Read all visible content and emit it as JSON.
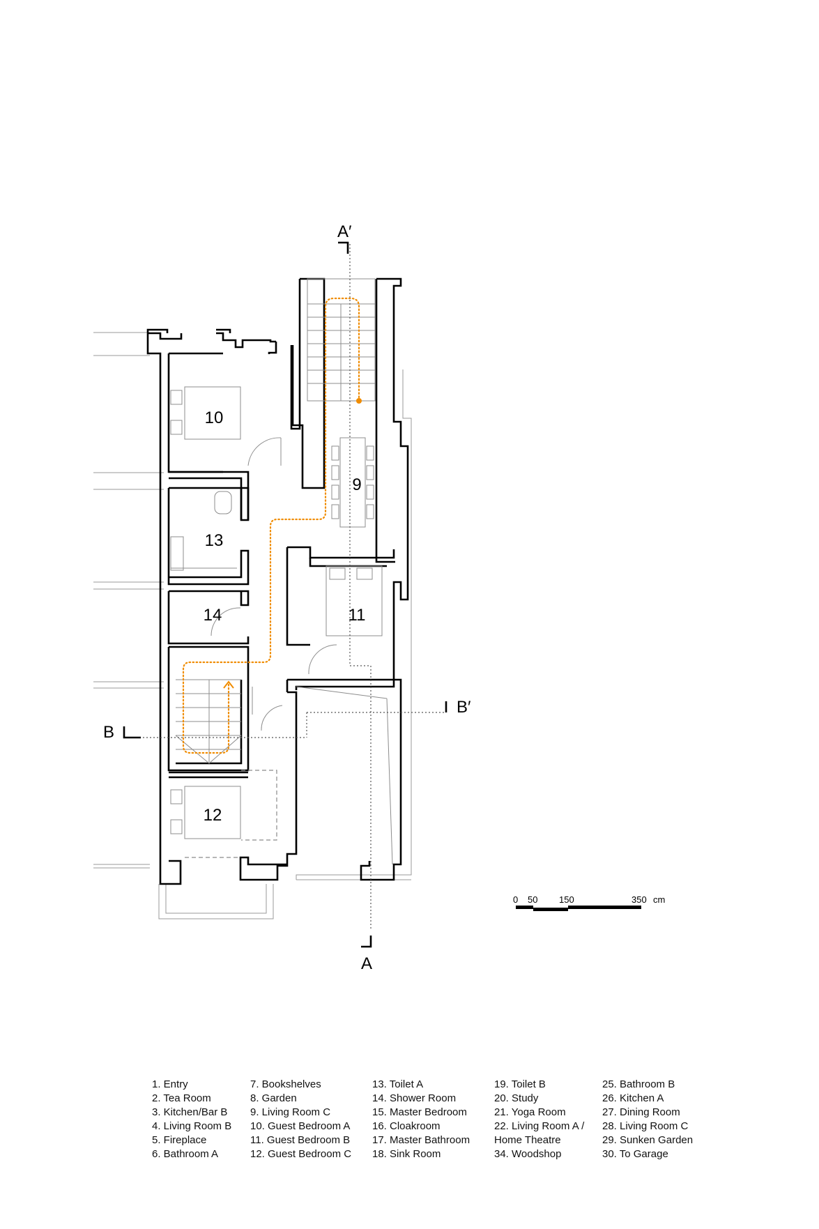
{
  "room_labels": {
    "r9": "9",
    "r10": "10",
    "r11": "11",
    "r12": "12",
    "r13": "13",
    "r14": "14"
  },
  "section_marks": {
    "a_prime": "A′",
    "a": "A",
    "b": "B",
    "b_prime": "B′"
  },
  "scale_bar": {
    "t0": "0",
    "t50": "50",
    "t150": "150",
    "t350": "350",
    "unit": "cm"
  },
  "colors": {
    "walls": "#000000",
    "circulation_path": "#f08c00",
    "fixtures": "#8c8c8c"
  },
  "legend": {
    "columns": [
      [
        "1. Entry",
        "2. Tea Room",
        "3. Kitchen/Bar B",
        "4. Living Room B",
        "5. Fireplace",
        "6. Bathroom A"
      ],
      [
        "7. Bookshelves",
        "8. Garden",
        "9. Living Room C",
        "10. Guest Bedroom A",
        "11. Guest Bedroom B",
        "12. Guest Bedroom C"
      ],
      [
        "13. Toilet A",
        "14. Shower Room",
        "15. Master Bedroom",
        "16. Cloakroom",
        "17. Master Bathroom",
        "18. Sink Room"
      ],
      [
        "19. Toilet B",
        "20. Study",
        "21. Yoga Room",
        "22. Living Room A /",
        "Home Theatre",
        "34. Woodshop"
      ],
      [
        "25. Bathroom B",
        "26. Kitchen A",
        "27. Dining Room",
        "28. Living Room C",
        "29. Sunken Garden",
        "30. To Garage"
      ]
    ]
  }
}
